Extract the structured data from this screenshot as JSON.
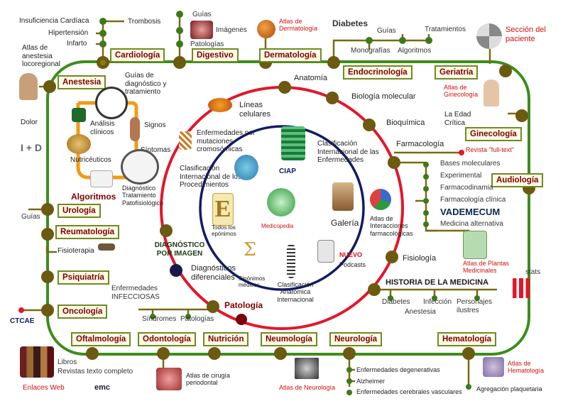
{
  "colors": {
    "line": "#3d8d1c",
    "node": "#6b5a10",
    "red_ring": "#e3162a",
    "navy_ring": "#141a66",
    "box_text": "#7a0000",
    "box_border": "#6e8a24"
  },
  "specialties": {
    "cardiologia": "Cardiología",
    "digestivo": "Digestivo",
    "dermatologia": "Dermatología",
    "endocrinologia": "Endocrinología",
    "geriatria": "Geriatría",
    "ginecologia": "Ginecología",
    "audiologia": "Audiología",
    "anestesia": "Anestesia",
    "urologia": "Urología",
    "reumatologia": "Reumatología",
    "psiquiatria": "Psiquiatría",
    "oncologia": "Oncología",
    "oftalmologia": "Oftalmología",
    "odontologia": "Odontología",
    "nutricion": "Nutrición",
    "neumologia": "Neumología",
    "neurologia": "Neurología",
    "hematologia": "Hematología"
  },
  "labels": {
    "insuficiencia": "Insuficiencia Cardíaca",
    "trombosis": "Trombosis",
    "hipertension": "Hipertensión",
    "infarto": "Infarto",
    "guias_dig": "Guías",
    "imagenes": "Imágenes",
    "patologias_dig": "Patologías",
    "atlas_derma": "Atlas de Dermatología",
    "diabetes": "Diabetes",
    "guias_endo": "Guías",
    "tratamientos": "Tratamientos",
    "monografias": "Monografías",
    "algoritmos_endo": "Algoritmos",
    "seccion_paciente": "Sección del paciente",
    "atlas_anestesia": "Atlas de anestesia locoregional",
    "dolor": "Dolor",
    "i_d": "I + D",
    "guias_diag": "Guías de diagnóstico y tratamiento",
    "analisis": "Análisis clínicos",
    "signos": "Signos",
    "sintomas": "Síntomas",
    "nutriceuticos": "Nutricéuticos",
    "algoritmos": "Algoritmos",
    "diagnostico_trat": "Diagnóstico Tratamiento Patofisiológico",
    "guias_uro": "Guías",
    "fisioterapia": "Fisioterapia",
    "ctcae": "CTCAE",
    "enfermedades_infecc": "Enfermedades INFECCIOSAS",
    "sindromes": "Síndromes",
    "patologias_onc": "Patologías",
    "patologia": "Patología",
    "diagnostico_imagen": "DIAGNÓSTICO POR IMAGEN",
    "anatomia": "Anatomía",
    "biologia_molecular": "Biología molecular",
    "bioquimica": "Bioquímica",
    "farmacologia": "Farmacología",
    "revista": "Revista \"full-text\"",
    "bases_moleculares": "Bases moleculares",
    "experimental": "Experimental",
    "farmacodinamia": "Farmacodinamia",
    "farmacologia_clinica": "Farmacología clínica",
    "vademecum": "VADEMECUM",
    "medicina_alternativa": "Medicina alternativa",
    "atlas_interacciones": "Atlas de Interacciones farmacológicas",
    "atlas_plantas": "Atlas de Plantas Medicinales",
    "fisiologia": "Fisiología",
    "historia": "HISTORIA DE LA MEDICINA",
    "diabetes_hist": "Diabetes",
    "infeccion": "Infección",
    "personajes": "Personajes ilustres",
    "anestesia_hist": "Anestesia",
    "stats": "stats",
    "atlas_gine": "Atlas de Ginecología",
    "edad_critica": "La Edad Crítica",
    "lineas_celulares": "Líneas celulares",
    "enfermedades_cromo": "Enfermedades por mutaciones cromosómicas",
    "clasificacion_proc": "Clasificación Internacional de los Procedimientos",
    "clasificacion_enf": "Clasificación Internacional de las Enfermedades",
    "ciap": "CIAP",
    "todos_eponimos": "Todos los epónimos",
    "medicopedia": "Medicopedia",
    "galeria": "Galería",
    "nuevo": "NUEVO",
    "podcasts": "Podcasts",
    "sinonimos": "Sinónimos médicos",
    "clasificacion_anat": "Clasificación Anatómica Internacional",
    "diagnosticos_dif": "Diagnósticos diferenciales",
    "libros": "Libros",
    "revistas": "Revistas texto completo",
    "enlaces_web": "Enlaces Web",
    "emc": "emc",
    "atlas_cirugia": "Atlas de cirugía periodontal",
    "atlas_neuro": "Atlas de Neurología",
    "enf_degenerativas": "Enfermedades degenerativas",
    "alzheimer": "Alzheimer",
    "enf_cerebrales": "Enfermedades cerebrales vasculares",
    "atlas_hemato": "Atlas de Hematología",
    "agregacion": "Agregación plaquetaria"
  },
  "icons": {
    "e_letter": "E",
    "sigma": "Σ",
    "stats_bars": "bar-chart-icon"
  }
}
